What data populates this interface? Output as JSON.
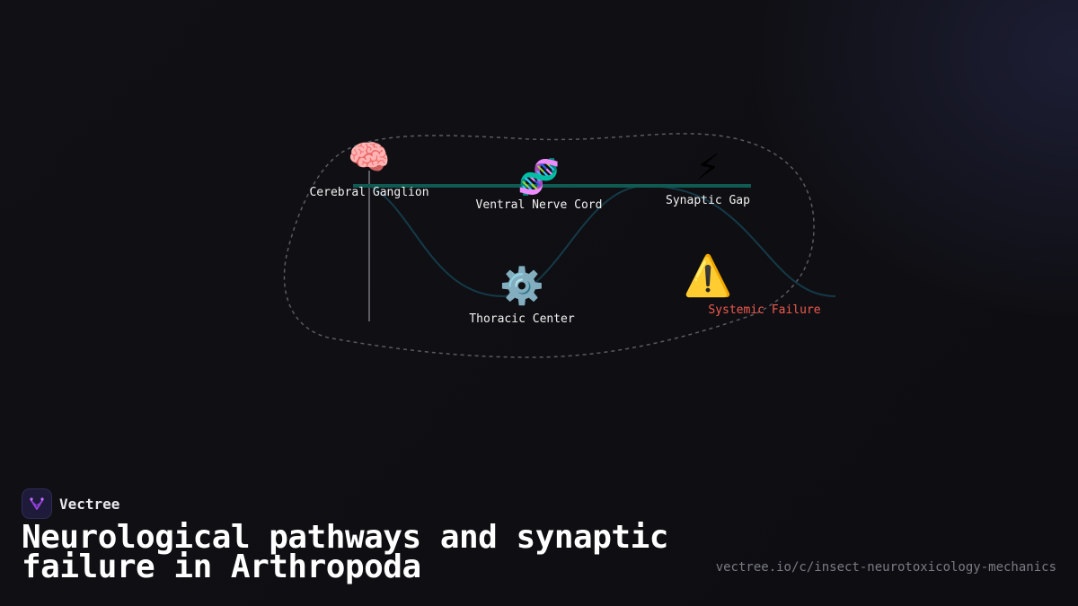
{
  "nodes": {
    "cerebral": {
      "icon": "brain-icon",
      "glyph": "🧠",
      "label": "Cerebral Ganglion"
    },
    "ventral": {
      "icon": "dna-icon",
      "glyph": "🧬",
      "label": "Ventral Nerve Cord"
    },
    "synaptic": {
      "icon": "lightning-icon",
      "glyph": "⚡",
      "label": "Synaptic Gap"
    },
    "thoracic": {
      "icon": "gear-icon",
      "glyph": "⚙️",
      "label": "Thoracic Center"
    },
    "failure": {
      "icon": "warning-icon",
      "glyph": "⚠️",
      "label": "Systemic Failure"
    }
  },
  "colors": {
    "background": "#0f0f13",
    "pathway": "#0f5a52",
    "wave": "#143a48",
    "outline": "#5a5a62",
    "label": "#f2f2f2",
    "failure": "#f05a4f",
    "brand_logo": "#1e1b3a",
    "brand_mark": "#a040e0"
  },
  "brand": {
    "logo_icon": "vectree-logo-icon",
    "name": "Vectree"
  },
  "headline": "Neurological pathways and synaptic failure in Arthropoda",
  "source_url": "vectree.io/c/insect-neurotoxicology-mechanics"
}
